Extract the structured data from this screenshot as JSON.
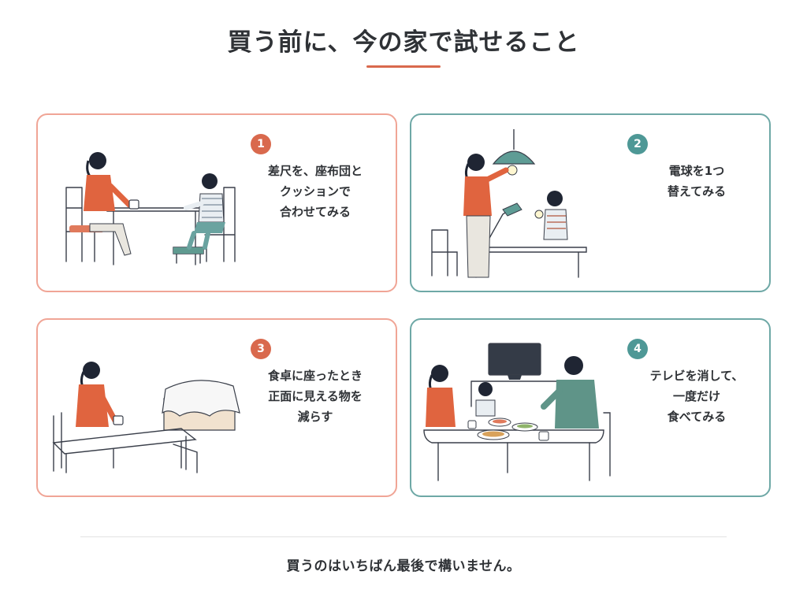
{
  "title": "買う前に、今の家で試せること",
  "colors": {
    "accent": "#d9694d",
    "teal": "#4e9896"
  },
  "cards": [
    {
      "number": "1",
      "lines": [
        "差尺を、座布団と",
        "クッションで",
        "合わせてみる"
      ]
    },
    {
      "number": "2",
      "lines": [
        "電球を1つ",
        "替えてみる"
      ]
    },
    {
      "number": "3",
      "lines": [
        "食卓に座ったとき",
        "正面に見える物を",
        "減らす"
      ]
    },
    {
      "number": "4",
      "lines": [
        "テレビを消して、",
        "一度だけ",
        "食べてみる"
      ]
    }
  ],
  "footer": "買うのはいちばん最後で構いません。"
}
